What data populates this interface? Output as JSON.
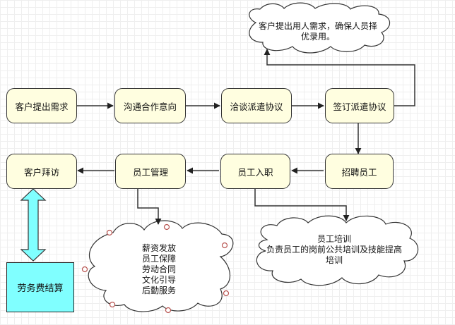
{
  "flow": {
    "row1": {
      "client_request": "客户提出需求",
      "communicate_intent": "沟通合作意向",
      "negotiate_agreement": "洽谈派遣协议",
      "sign_agreement": "签订派遣协议"
    },
    "row2": {
      "client_visit": "客户拜访",
      "staff_management": "员工管理",
      "staff_onboarding": "员工入职",
      "recruit_staff": "招聘员工"
    }
  },
  "clouds": {
    "top": {
      "line1": "客户提出用人需求，确保人员择",
      "line2": "优录用。"
    },
    "training": {
      "line1": "员工培训",
      "line2": "负责员工的岗前公共培训及技能提高",
      "line3": "培训"
    },
    "management": {
      "items": [
        "薪资发放",
        "员工保障",
        "劳动合同",
        "文化引导",
        "后勤服务"
      ]
    }
  },
  "settlement": {
    "label": "劳务费结算"
  },
  "colors": {
    "node_fill": "#fffee0",
    "settlement_fill": "#80ffff",
    "stroke": "#333333",
    "handle": "#b85450"
  }
}
